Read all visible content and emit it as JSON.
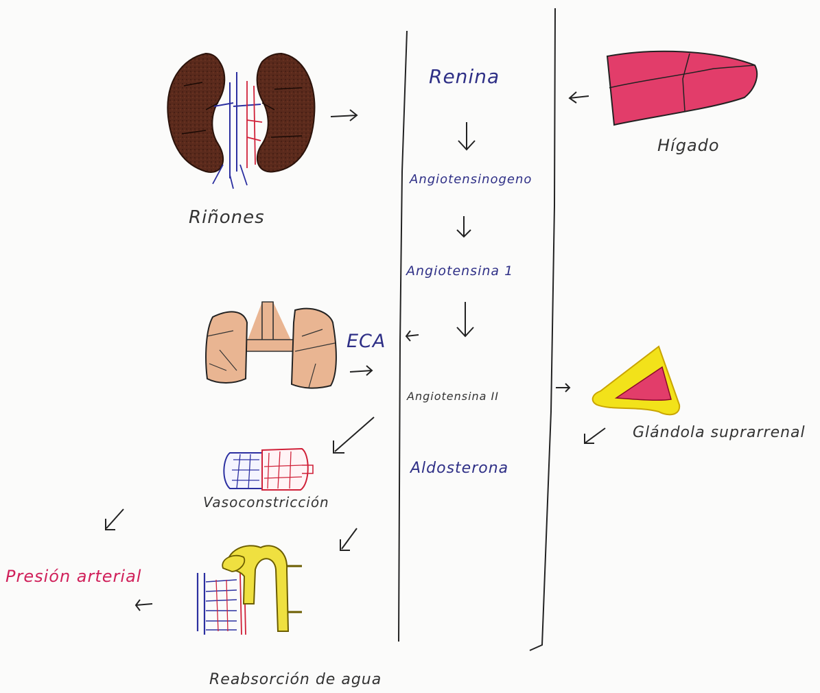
{
  "center": {
    "renina": "Renina",
    "angiotensinogeno": "Angiotensinogeno",
    "angiotensina1": "Angiotensina 1",
    "angiotensina2": "Angiotensina II",
    "aldosterona": "Aldosterona"
  },
  "left": {
    "rinones": "Riñones",
    "eca": "ECA",
    "vasoconstriccion": "Vasoconstricción",
    "reabsorcion": "Reabsorción de agua",
    "presion": "Presión arterial"
  },
  "right": {
    "higado": "Hígado",
    "glandula": "Glándola suprarrenal"
  },
  "colors": {
    "ink_blue": "#2e2f86",
    "ink_dark": "#333333",
    "kidney": "#5a2a1c",
    "liver": "#e23d6a",
    "lung": "#e9b592",
    "adrenal_outer": "#f2e21a",
    "adrenal_inner": "#e23d6a",
    "accent_red": "#d0205a"
  },
  "icons": [
    "kidneys-icon",
    "liver-icon",
    "lungs-icon",
    "blood-vessel-icon",
    "nephron-icon",
    "adrenal-gland-icon"
  ]
}
